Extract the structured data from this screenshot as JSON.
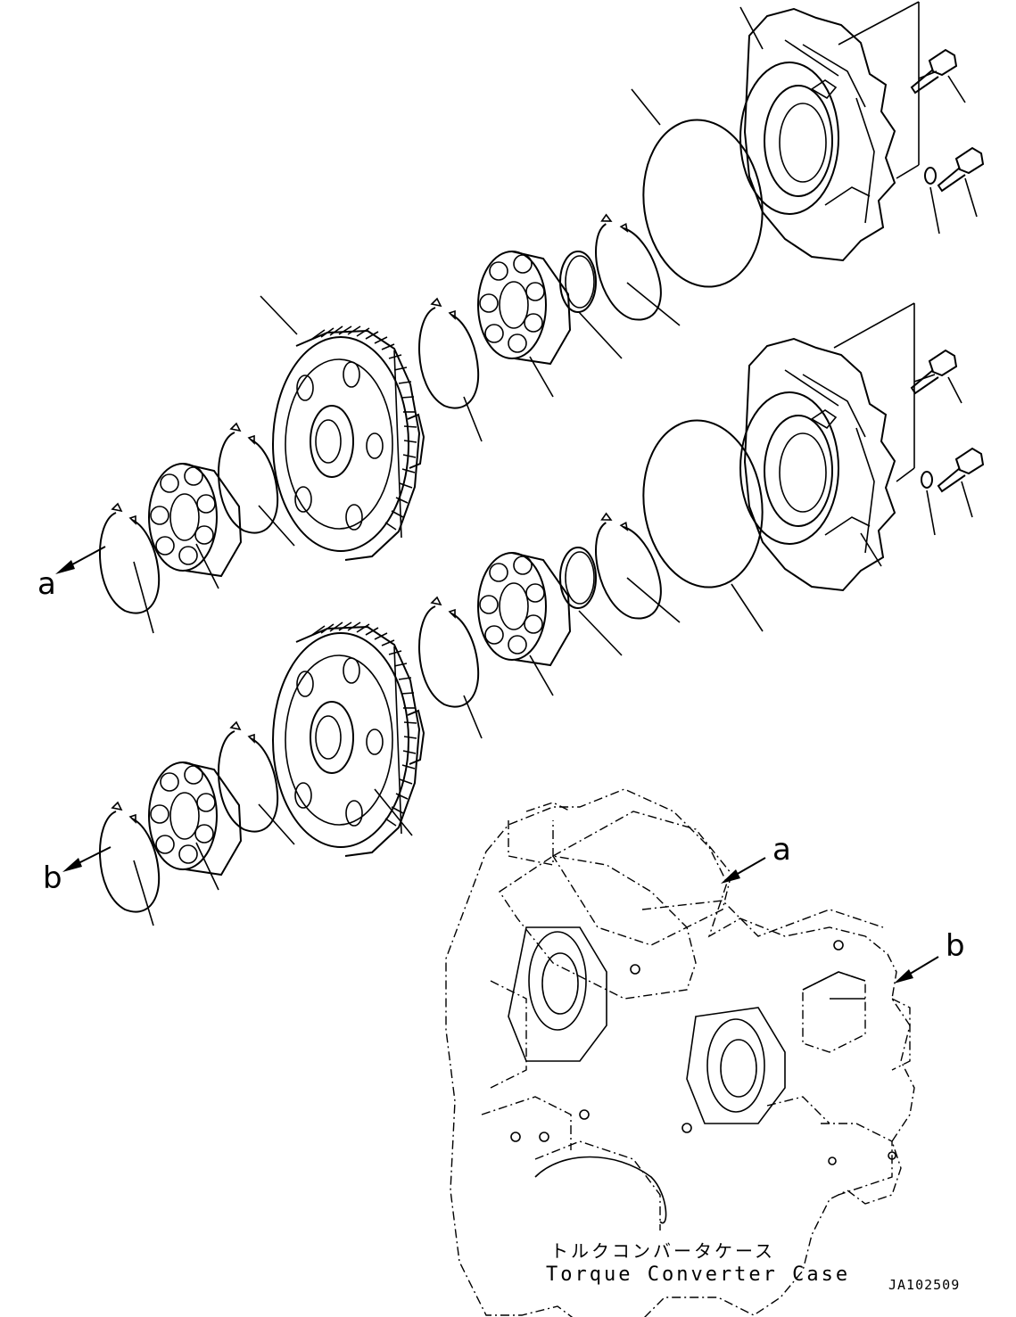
{
  "labels": {
    "view_a": "a",
    "view_b": "b"
  },
  "caption": {
    "japanese": "トルクコンバータケース",
    "english": "Torque Converter Case"
  },
  "drawing_code": "JA102509"
}
